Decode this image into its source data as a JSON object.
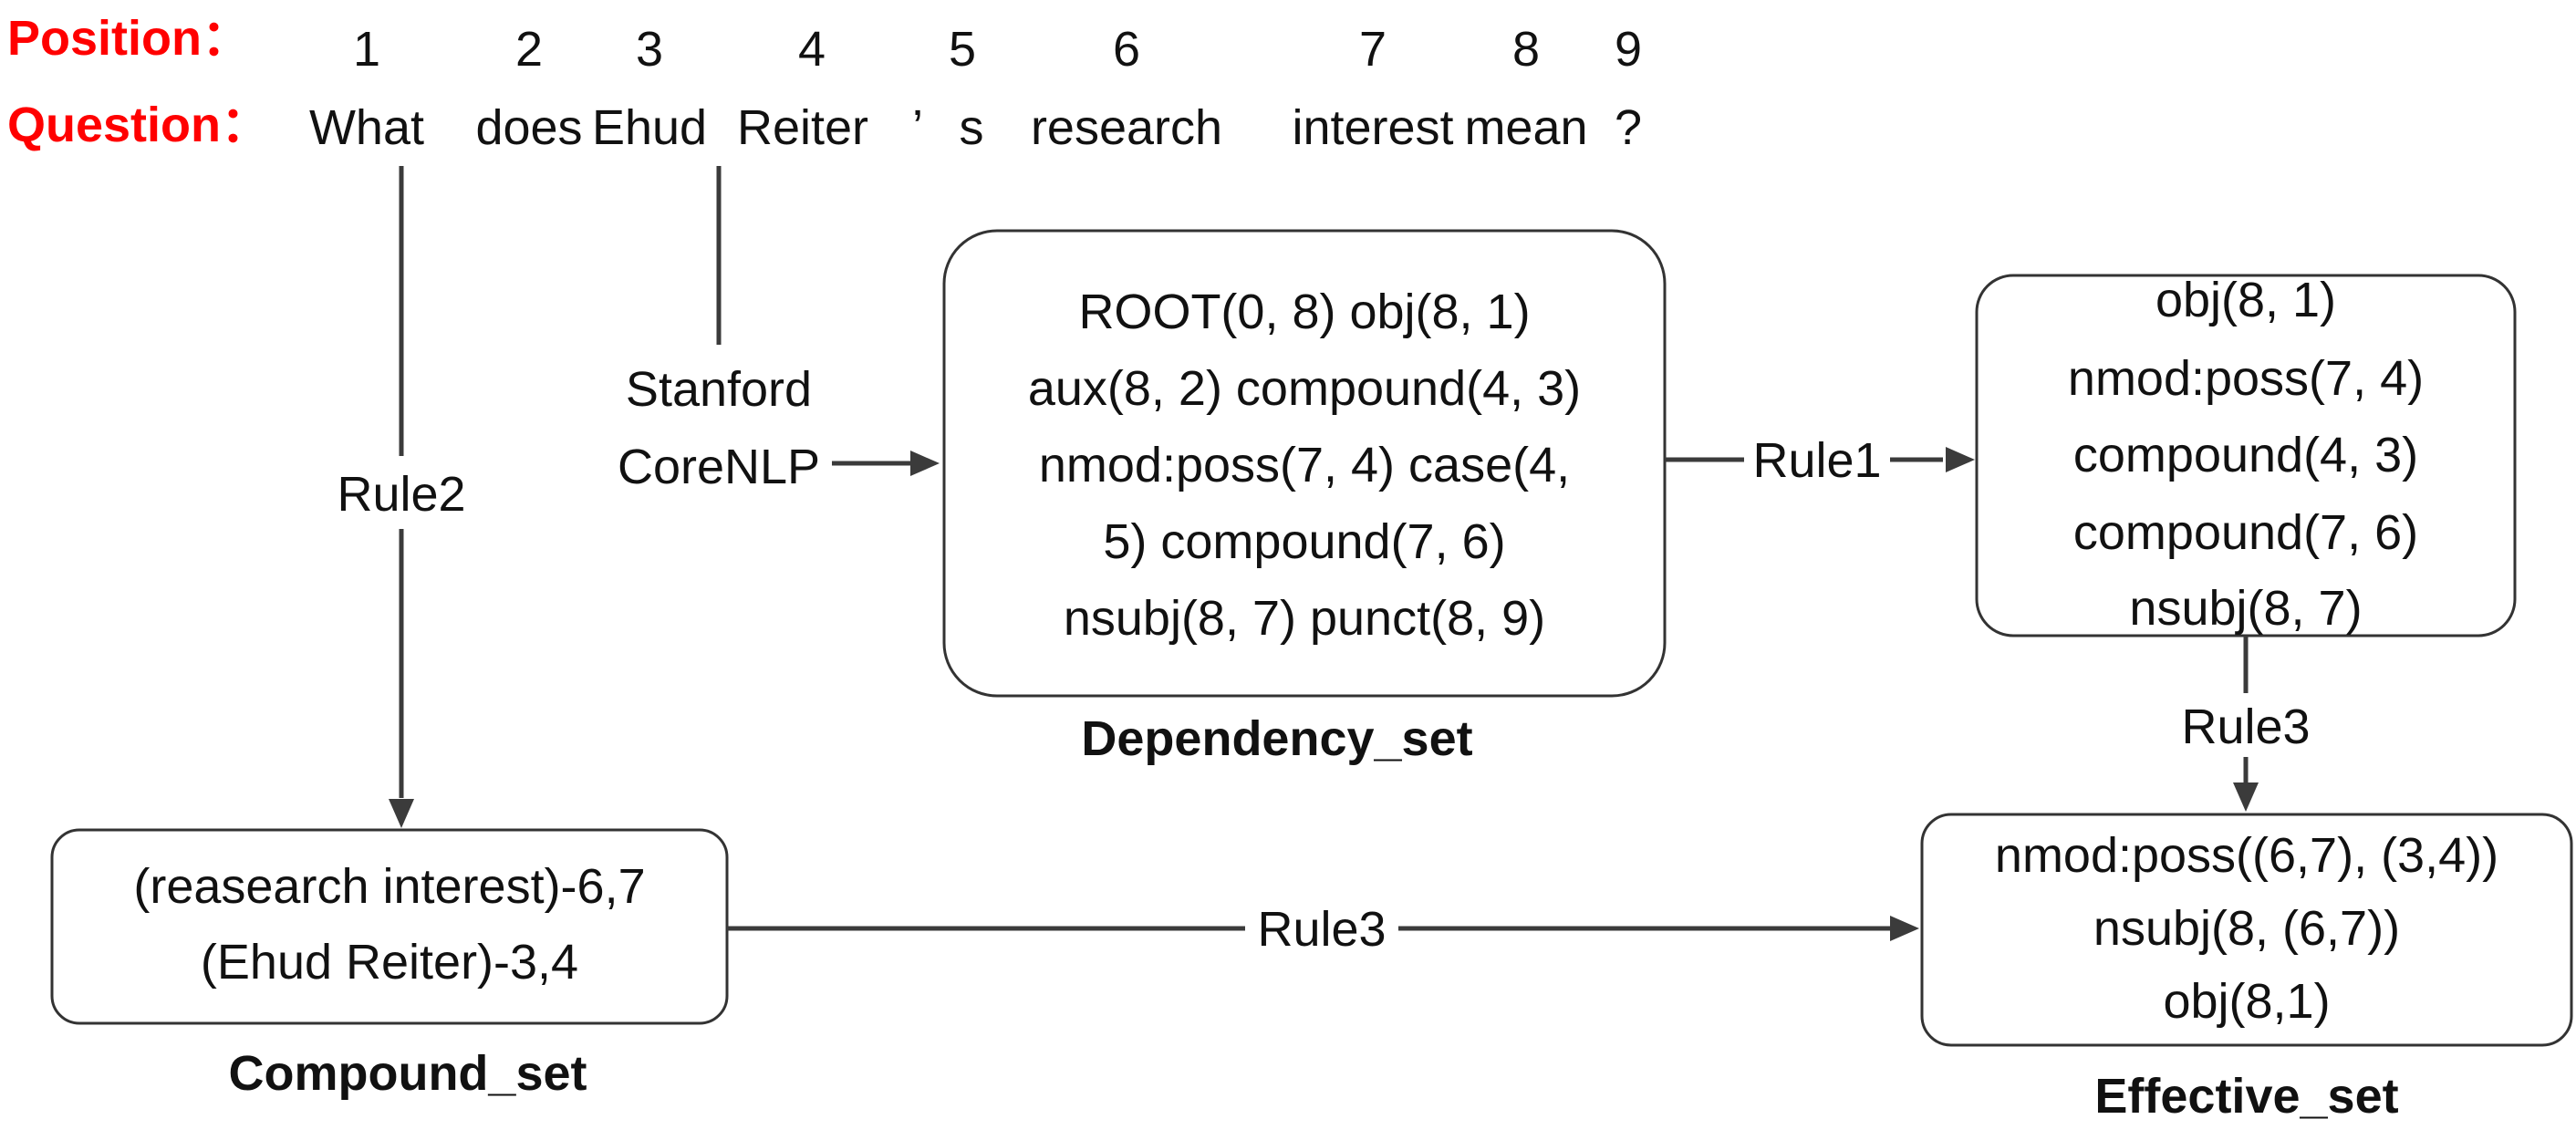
{
  "header": {
    "position_label": "Position：",
    "question_label": "Question：",
    "positions": [
      "1",
      "2",
      "3",
      "4",
      "5",
      "6",
      "7",
      "8",
      "9"
    ],
    "question_words": [
      "What",
      "does",
      "Ehud",
      "Reiter",
      "’",
      "s",
      "research",
      "interest",
      "mean",
      "?"
    ]
  },
  "tool": {
    "lines": [
      "Stanford",
      "CoreNLP"
    ]
  },
  "rules": {
    "rule1": "Rule1",
    "rule2": "Rule2",
    "rule3_vertical": "Rule3",
    "rule3_horizontal": "Rule3"
  },
  "dependency_set": {
    "title": "Dependency_set",
    "lines": [
      "ROOT(0, 8) obj(8, 1)",
      "aux(8, 2) compound(4, 3)",
      "nmod:poss(7, 4) case(4,",
      "5) compound(7, 6)",
      "nsubj(8, 7) punct(8, 9)"
    ]
  },
  "filtered_set": {
    "lines": [
      "obj(8, 1)",
      "nmod:poss(7, 4)",
      "compound(4, 3)",
      "compound(7, 6)",
      "nsubj(8, 7)"
    ]
  },
  "compound_set": {
    "title": "Compound_set",
    "lines": [
      "(reasearch interest)-6,7",
      "(Ehud Reiter)-3,4"
    ]
  },
  "effective_set": {
    "title": "Effective_set",
    "lines": [
      "nmod:poss((6,7), (3,4))",
      "nsubj(8, (6,7))",
      "obj(8,1)"
    ]
  },
  "colors": {
    "header_label": "#ff0000",
    "line": "#3b3b3b",
    "box_border": "#333333",
    "text": "#111111"
  }
}
